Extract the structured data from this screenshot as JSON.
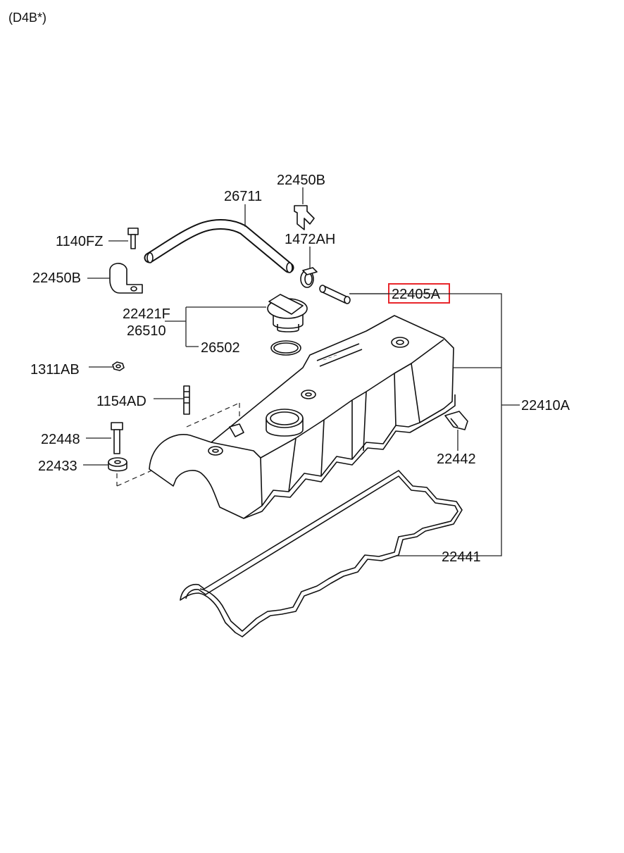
{
  "header": {
    "engine_code": "(D4B*)"
  },
  "parts": {
    "breather_hose": "26711",
    "clip_top": "22450B",
    "hose_clamp": "1472AH",
    "bolt_left": "1140FZ",
    "clip_left": "22450B",
    "nipple": "22405A",
    "oil_filler_cap": "22421F",
    "oil_filler_cap_alt": "26510",
    "cap_gasket": "26502",
    "nut": "1311AB",
    "stud": "1154AD",
    "bolt": "22448",
    "washer": "22433",
    "rocker_cover": "22410A",
    "seal": "22442",
    "cover_gasket": "22441"
  },
  "highlight": {
    "color": "#e8262b",
    "part": "22405A"
  }
}
